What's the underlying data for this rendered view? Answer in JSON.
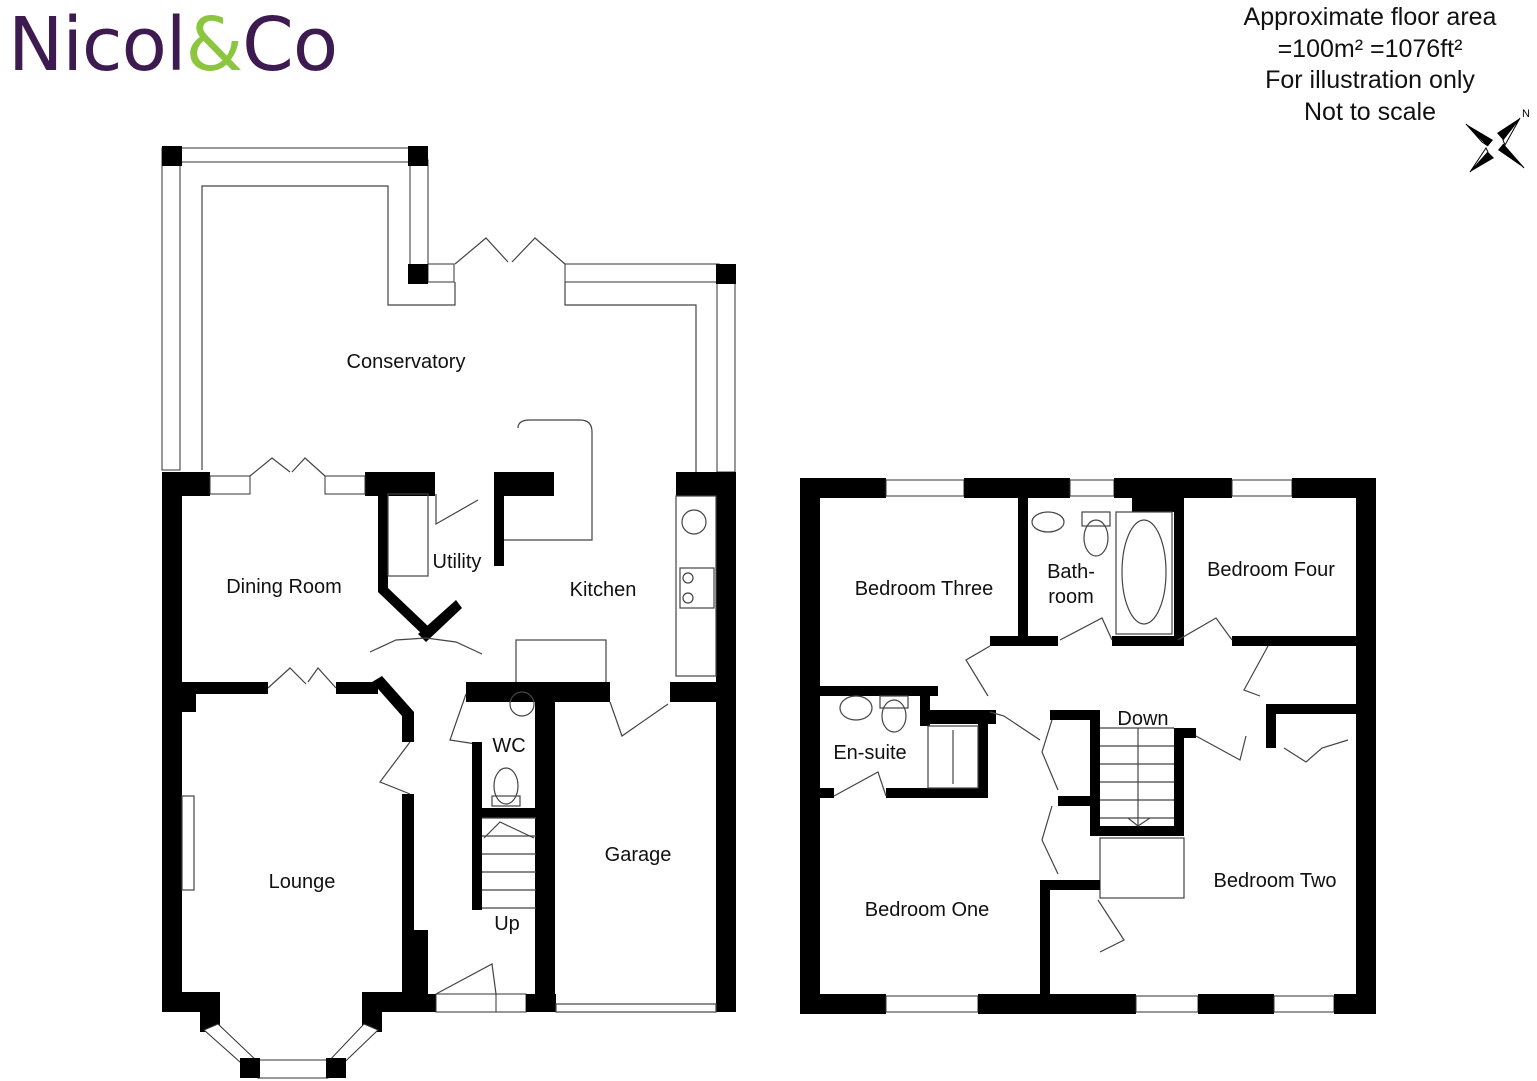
{
  "brand": {
    "name": "Nicol",
    "amp": "&",
    "suffix": "Co",
    "name_color": "#3d1a4f",
    "amp_color": "#8cc63f"
  },
  "info": {
    "line1": "Approximate floor area",
    "line2": "=100m² =1076ft²",
    "line3": "For illustration only",
    "line4": "Not to scale"
  },
  "compass": {
    "label": "N"
  },
  "ground_floor": {
    "conservatory": "Conservatory",
    "dining_room": "Dining Room",
    "utility": "Utility",
    "kitchen": "Kitchen",
    "wc": "WC",
    "lounge": "Lounge",
    "garage": "Garage",
    "stairs": "Up"
  },
  "first_floor": {
    "bedroom_three": "Bedroom Three",
    "bathroom_line1": "Bath-",
    "bathroom_line2": "room",
    "bedroom_four": "Bedroom Four",
    "ensuite": "En-suite",
    "stairs": "Down",
    "bedroom_one": "Bedroom One",
    "bedroom_two": "Bedroom Two"
  }
}
